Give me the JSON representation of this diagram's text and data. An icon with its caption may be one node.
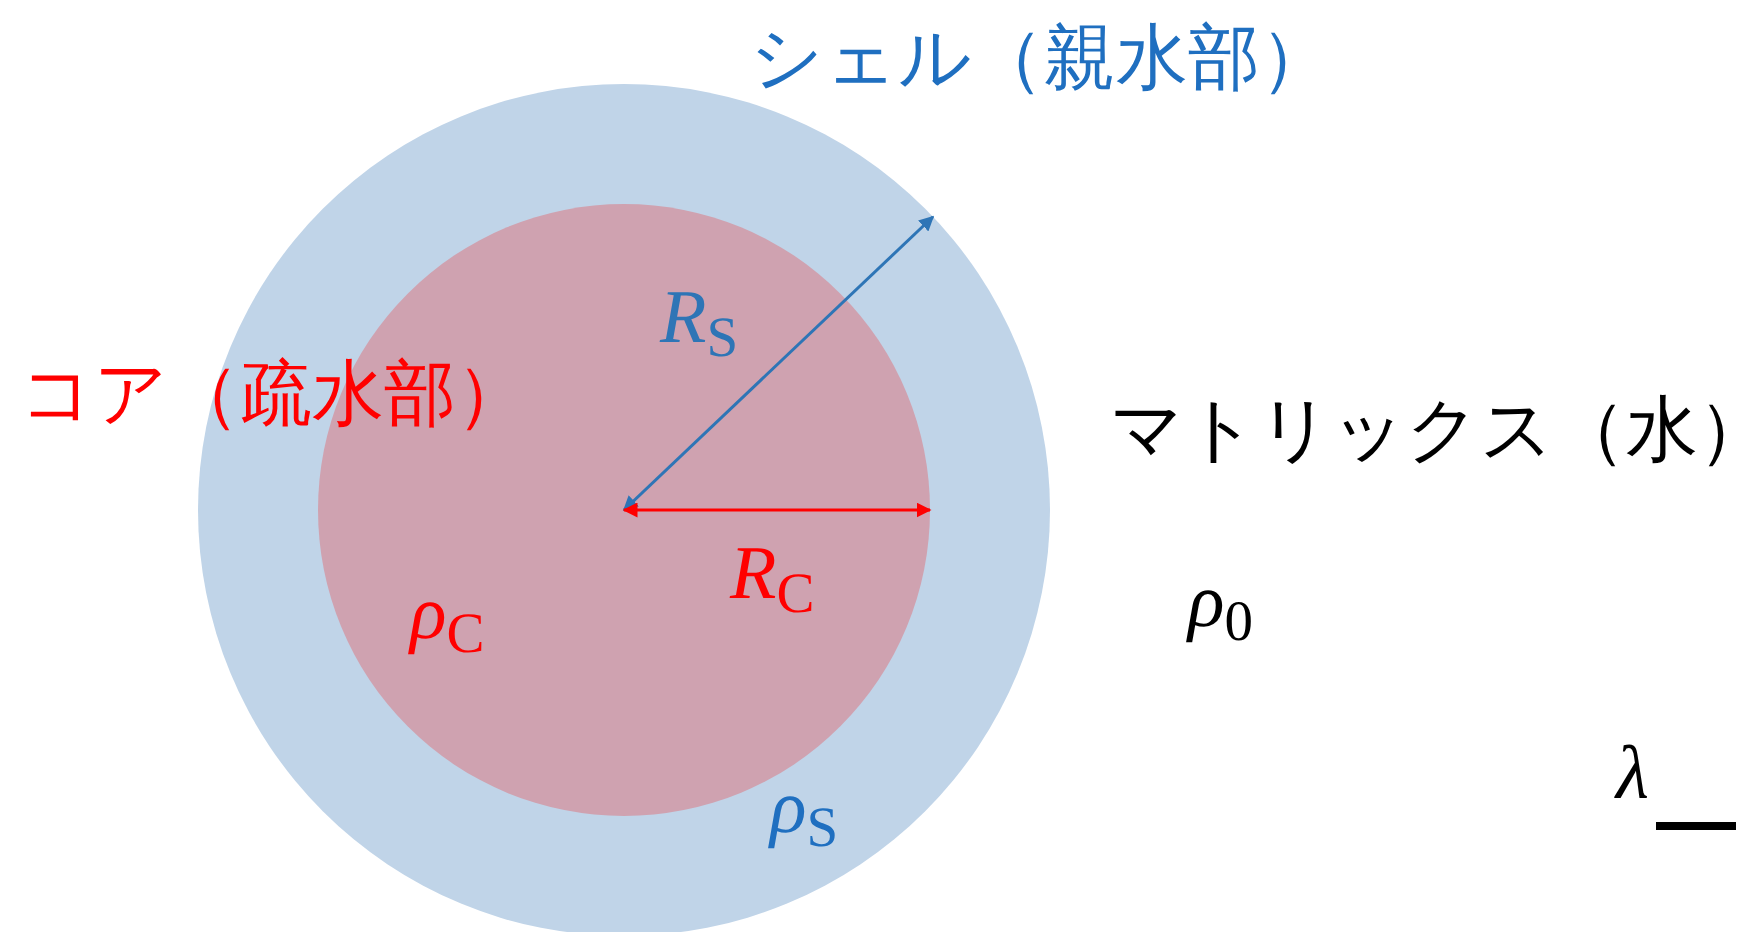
{
  "diagram": {
    "nodes": [
      {
        "text": [
          "シェル（親水部）",
          "*ρ*$_{S}$"
        ]
      },
      {
        "text": [
          "コア（疏水部）",
          "*ρ*$_{C}$"
        ],
        "in": 0
      }
    ],
    "edges": [
      {
        "from": 1,
        "to": 0,
        "arrow": "both",
        "label": "*R*$_{S}$",
        "color": "#2e75b6"
      },
      {
        "from": null,
        "to": 1,
        "arrow": "both",
        "label": "*R*$_{C}$",
        "color": "#ff0000"
      }
    ],
    "labels": [
      "マトリックス（水）",
      "*ρ*$_{0}$",
      "λ"
    ]
  }
}
